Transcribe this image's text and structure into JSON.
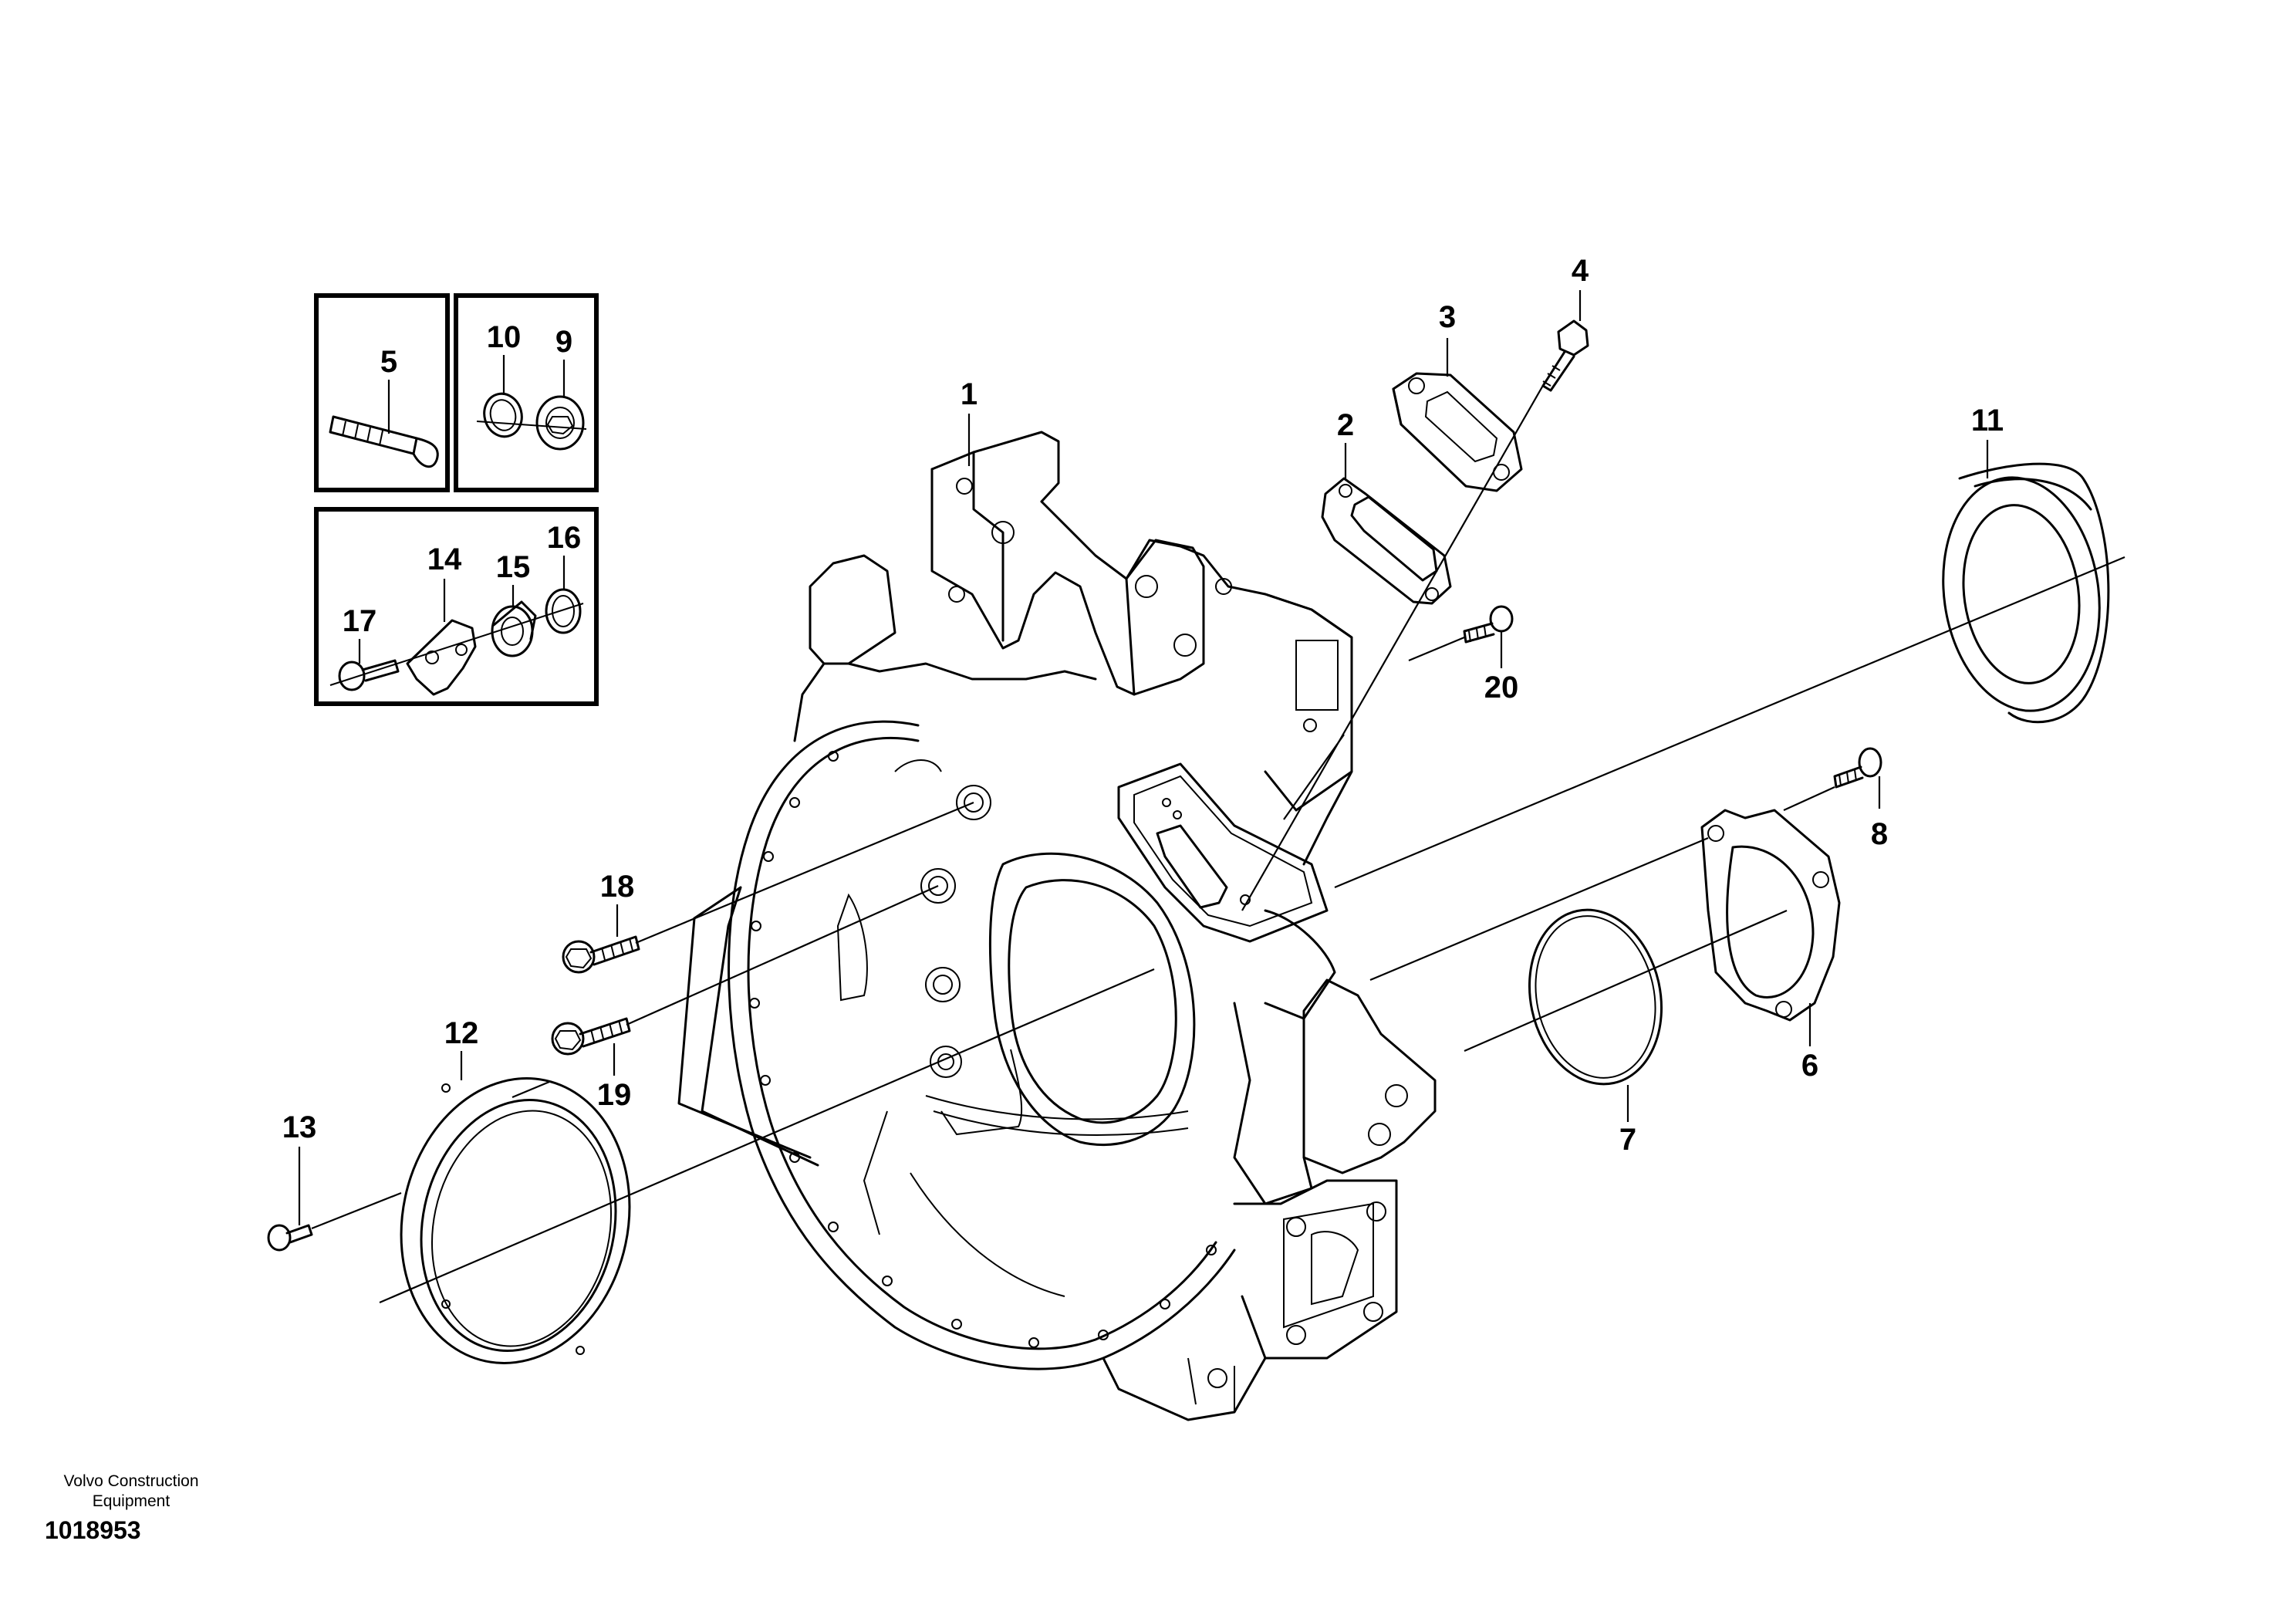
{
  "diagram": {
    "callouts": [
      {
        "id": "1",
        "label": "1"
      },
      {
        "id": "2",
        "label": "2"
      },
      {
        "id": "3",
        "label": "3"
      },
      {
        "id": "4",
        "label": "4"
      },
      {
        "id": "5",
        "label": "5"
      },
      {
        "id": "6",
        "label": "6"
      },
      {
        "id": "7",
        "label": "7"
      },
      {
        "id": "8",
        "label": "8"
      },
      {
        "id": "9",
        "label": "9"
      },
      {
        "id": "10",
        "label": "10"
      },
      {
        "id": "11",
        "label": "11"
      },
      {
        "id": "12",
        "label": "12"
      },
      {
        "id": "13",
        "label": "13"
      },
      {
        "id": "14",
        "label": "14"
      },
      {
        "id": "15",
        "label": "15"
      },
      {
        "id": "16",
        "label": "16"
      },
      {
        "id": "17",
        "label": "17"
      },
      {
        "id": "18",
        "label": "18"
      },
      {
        "id": "19",
        "label": "19"
      },
      {
        "id": "20",
        "label": "20"
      }
    ]
  },
  "footer": {
    "brand_line1": "Volvo Construction",
    "brand_line2": "Equipment",
    "document_number": "1018953"
  }
}
